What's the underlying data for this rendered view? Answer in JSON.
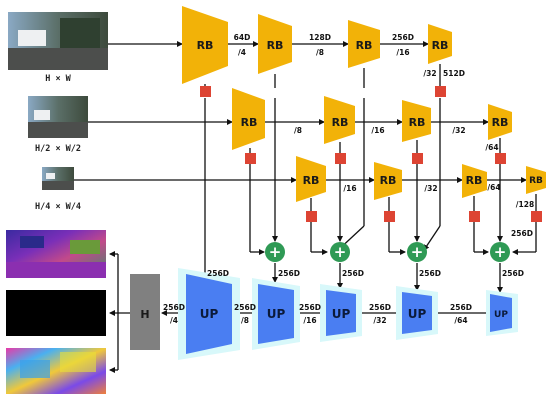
{
  "inputs": [
    {
      "caption": "H × W"
    },
    {
      "caption": "H/2 × W/2"
    },
    {
      "caption": "H/4 × W/4"
    }
  ],
  "blocks": {
    "rb": "RB",
    "up": "UP",
    "head": "H",
    "plus": "+"
  },
  "labels": {
    "row1": [
      "64D",
      "/4",
      "128D",
      "/8",
      "256D",
      "/16",
      "/32",
      "512D"
    ],
    "row2": [
      "/8",
      "/16",
      "/32",
      "/64"
    ],
    "row3": [
      "/16",
      "/32",
      "/64",
      "/128"
    ],
    "up_inputs": [
      "256D",
      "256D",
      "256D",
      "256D",
      "256D",
      "256D"
    ],
    "up_chain": [
      "256D",
      "/4",
      "256D",
      "/8",
      "256D",
      "/16",
      "256D",
      "/32",
      "256D",
      "/64"
    ]
  },
  "colors": {
    "rb": "#f2b208",
    "up": "#4a7ef2",
    "up_glow": "#d8f8fa",
    "head": "#808080",
    "connector": "#dd4433",
    "sum": "#2f9a55"
  }
}
